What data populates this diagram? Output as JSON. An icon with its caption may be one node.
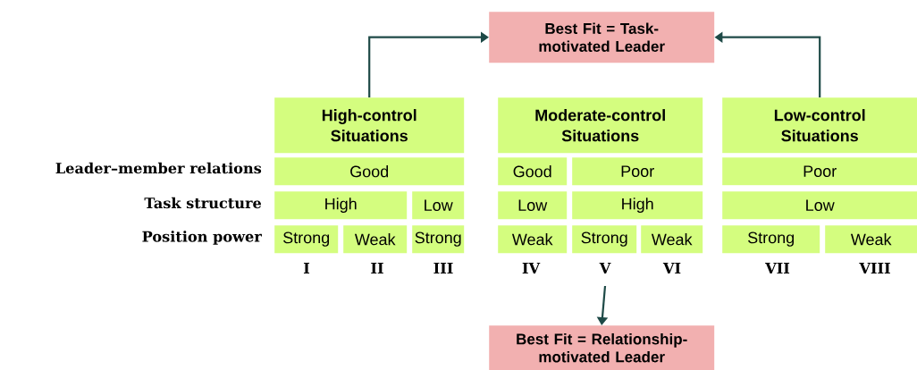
{
  "diagram": {
    "nodes": [
      {
        "text": [
          "Best Fit = Task-motivated Leader"
        ]
      },
      {
        "text": [
          "High-control Situations"
        ]
      },
      {
        "text": [
          "Moderate-control Situations"
        ]
      },
      {
        "text": [
          "Low-control Situations"
        ]
      },
      {
        "text": [
          "Good"
        ]
      },
      {
        "text": [
          "Good"
        ]
      },
      {
        "text": [
          "Poor"
        ]
      },
      {
        "text": [
          "Poor"
        ]
      },
      {
        "text": [
          "High"
        ]
      },
      {
        "text": [
          "Low"
        ]
      },
      {
        "text": [
          "Low"
        ]
      },
      {
        "text": [
          "High"
        ]
      },
      {
        "text": [
          "Low"
        ]
      },
      {
        "text": [
          "Strong"
        ]
      },
      {
        "text": [
          "Weak"
        ]
      },
      {
        "text": [
          "Strong"
        ]
      },
      {
        "text": [
          "Weak"
        ]
      },
      {
        "text": [
          "Strong"
        ]
      },
      {
        "text": [
          "Weak"
        ]
      },
      {
        "text": [
          "Strong"
        ]
      },
      {
        "text": [
          "Weak"
        ]
      },
      {
        "text": [
          "Best Fit = Relationship-motivated Leader"
        ]
      }
    ],
    "edges": [
      {
        "from": 1,
        "to": 0,
        "arrow": "to"
      },
      {
        "from": 3,
        "to": 0,
        "arrow": "to"
      },
      {
        "from": null,
        "to": 21,
        "arrow": "to"
      }
    ],
    "labels": [
      "Leader–member relations",
      "Task structure",
      "Position power",
      "I",
      "II",
      "III",
      "IV",
      "V",
      "VI",
      "VII",
      "VIII"
    ]
  }
}
